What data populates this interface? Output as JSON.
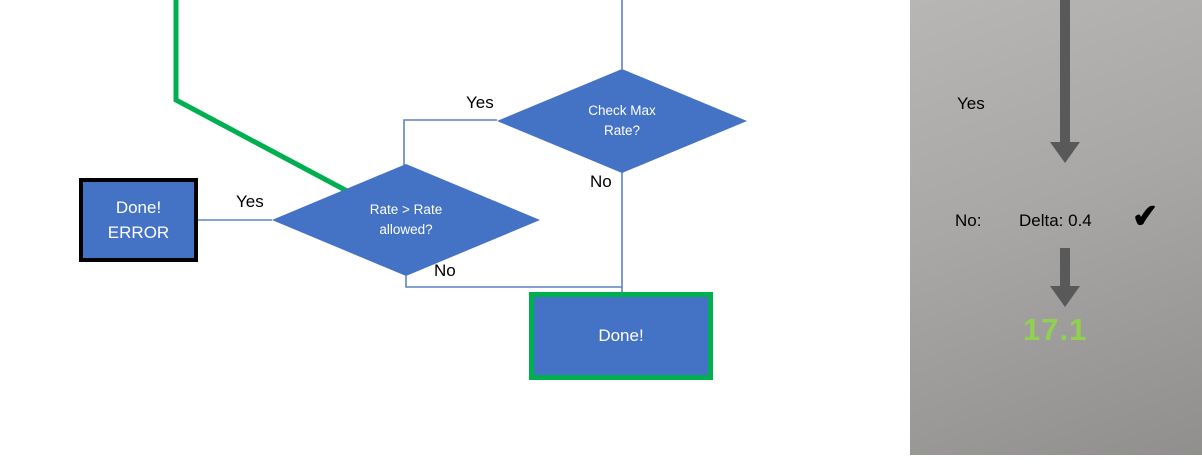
{
  "colors": {
    "shape_fill": "#4472C4",
    "connector_blue": "#5b84c4",
    "accent_green": "#00B050",
    "panel_arrow_gray": "#595959",
    "result_green": "#92D050",
    "error_border": "#000000"
  },
  "flowchart": {
    "diamond_check_max": {
      "line1": "Check Max",
      "line2": "Rate?"
    },
    "diamond_rate": {
      "line1": "Rate > Rate",
      "line2": "allowed?"
    },
    "box_done_error": {
      "line1": "Done!",
      "line2": "ERROR"
    },
    "box_done": {
      "label": "Done!"
    },
    "labels": {
      "yes_top": "Yes",
      "no_top": "No",
      "yes_left": "Yes",
      "no_bottom": "No"
    }
  },
  "panel": {
    "yes_label": "Yes",
    "no_label": "No:",
    "delta_label": "Delta: 0.4",
    "check_icon": "✔",
    "result_value": "17.1"
  }
}
